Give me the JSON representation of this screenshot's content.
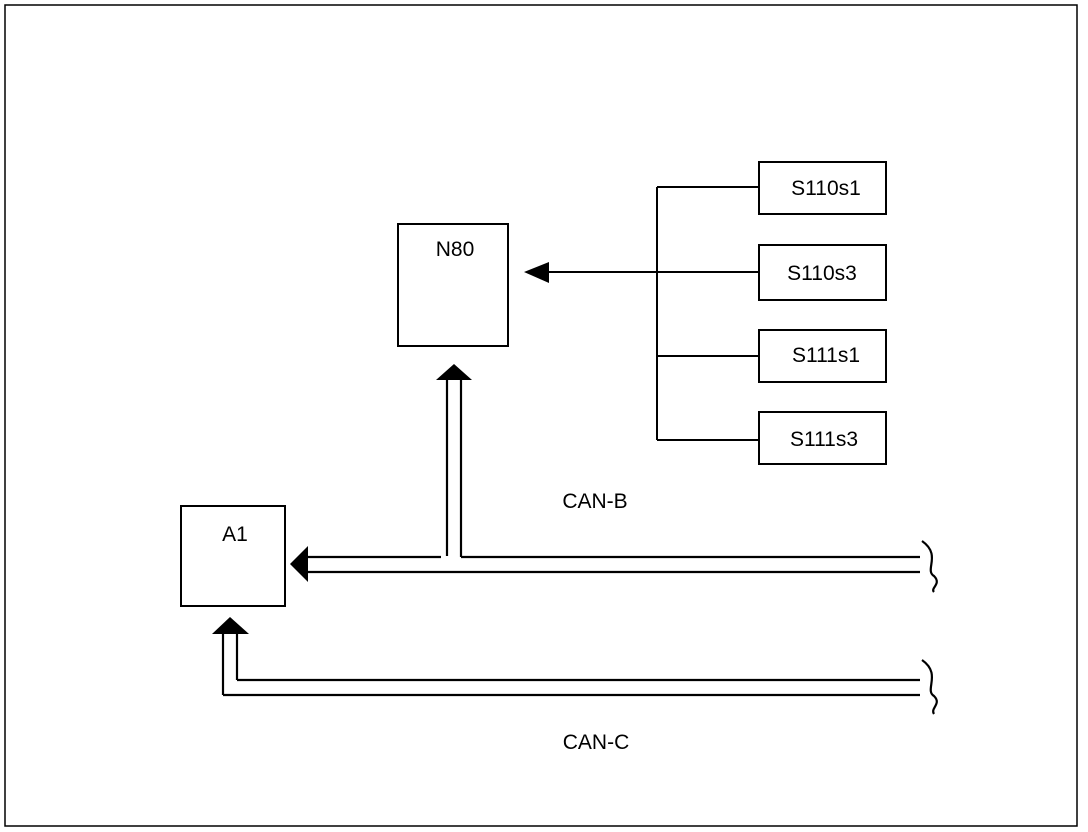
{
  "nodes": {
    "n80": "N80",
    "a1": "A1",
    "s110s1": "S110s1",
    "s110s3": "S110s3",
    "s111s1": "S111s1",
    "s111s3": "S111s3"
  },
  "buses": {
    "can_b": "CAN-B",
    "can_c": "CAN-C"
  },
  "colors": {
    "line": "#000000",
    "background": "#ffffff"
  }
}
